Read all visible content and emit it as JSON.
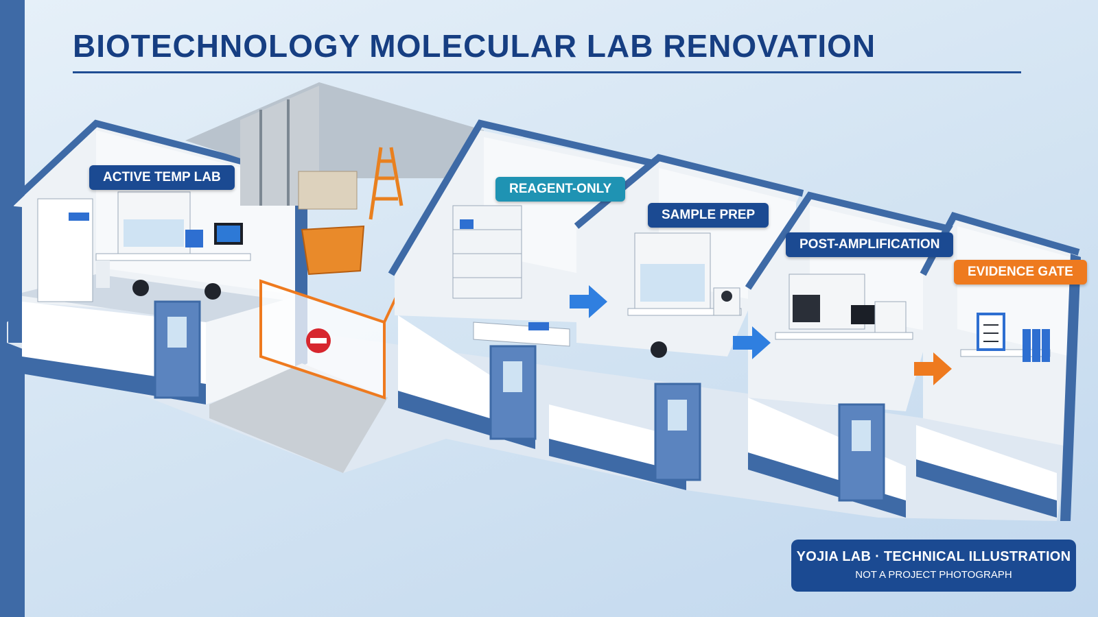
{
  "title": "BIOTECHNOLOGY MOLECULAR LAB RENOVATION",
  "zones": [
    {
      "label": "ACTIVE TEMP LAB",
      "color": "#1b4a92"
    },
    {
      "label": "REAGENT-ONLY",
      "color": "#1f93b3"
    },
    {
      "label": "SAMPLE PREP",
      "color": "#1b4a92"
    },
    {
      "label": "POST-AMPLIFICATION",
      "color": "#1b4a92"
    },
    {
      "label": "EVIDENCE GATE",
      "color": "#ee7a1f"
    }
  ],
  "icons": [
    "no-entry-icon",
    "flow-arrow-icon",
    "clipboard-icon",
    "binder-icon",
    "monitor-icon",
    "ladder-icon"
  ],
  "footer": {
    "line1": "YOJIA LAB · TECHNICAL ILLUSTRATION",
    "line2": "NOT A PROJECT PHOTOGRAPH"
  },
  "colors": {
    "accent": "#1b4a92",
    "wall_trim": "#3e6aa6",
    "construction": "#ee7a1f",
    "flow_arrow": "#2f7fe0"
  }
}
